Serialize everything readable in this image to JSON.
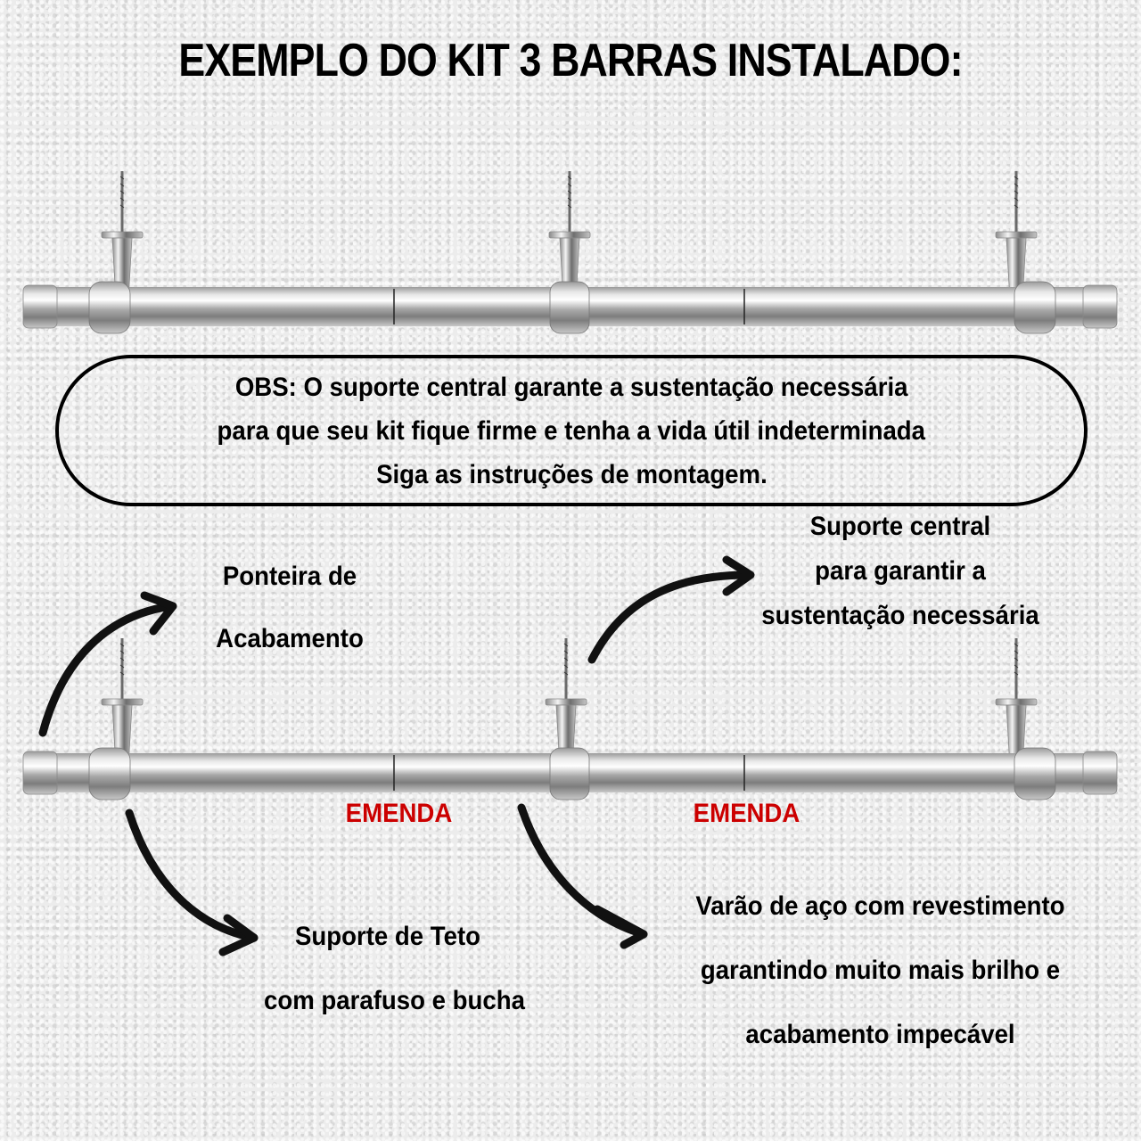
{
  "title": "EXEMPLO DO KIT 3 BARRAS INSTALADO:",
  "obs": {
    "lines": [
      "OBS: O suporte central garante a sustentação necessária",
      "para que seu kit fique firme e tenha a vida útil indeterminada",
      "Siga as instruções de montagem."
    ]
  },
  "callouts": {
    "ponteira": [
      "Ponteira de",
      "Acabamento"
    ],
    "suporte_central": [
      "Suporte central",
      "para garantir a",
      "sustentação necessária"
    ],
    "emenda_left": "EMENDA",
    "emenda_right": "EMENDA",
    "suporte_teto": [
      "Suporte de Teto",
      "com parafuso e bucha"
    ],
    "varao": [
      "Varão de aço com revestimento",
      "garantindo muito mais brilho e",
      "acabamento impecável"
    ]
  },
  "colors": {
    "text": "#000000",
    "accent_red": "#cc0000",
    "chrome": "#b8b8b8",
    "background": "#ececec"
  },
  "icons": {
    "rod": "chrome-curtain-rod",
    "bracket": "ceiling-bracket-with-screw",
    "arrow": "curved-arrow"
  }
}
